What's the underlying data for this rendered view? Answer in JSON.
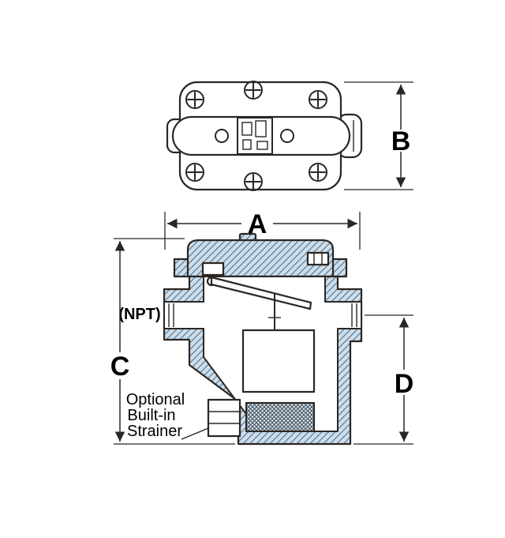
{
  "diagram": {
    "labels": {
      "dim_a": "A",
      "dim_b": "B",
      "dim_c": "C",
      "dim_d": "D",
      "npt": "(NPT)",
      "strainer_line1": "Optional",
      "strainer_line2": "Built-in",
      "strainer_line3": "Strainer"
    },
    "colors": {
      "line": "#2b2623",
      "wall_fill": "#cfdeec",
      "hatch_line": "#55798f",
      "screen_bg": "#dce6ee",
      "screen_line": "#3c4c58",
      "text": "#000000"
    }
  }
}
